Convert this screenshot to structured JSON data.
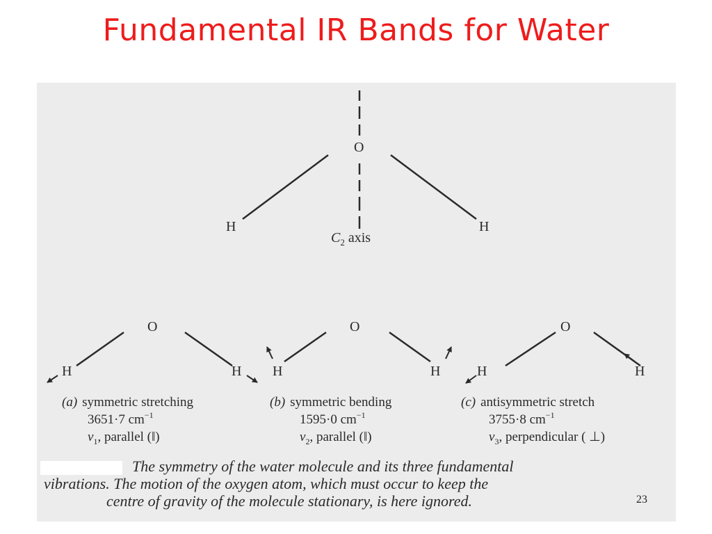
{
  "slide": {
    "title": "Fundamental IR Bands for Water",
    "page_number": "23"
  },
  "top_molecule": {
    "oxygen": "O",
    "hydrogen_left": "H",
    "hydrogen_right": "H",
    "axis_label": "axis",
    "axis_symbol": "C",
    "axis_subscript": "2"
  },
  "modes": [
    {
      "tag": "(a)",
      "name": "symmetric stretching",
      "frequency": "3651·7 cm",
      "unit_exp": "−1",
      "nu": "ν",
      "nu_sub": "1",
      "symmetry": ", parallel (‖)",
      "oxygen": "O",
      "hydrogen_left": "H",
      "hydrogen_right": "H"
    },
    {
      "tag": "(b)",
      "name": "symmetric bending",
      "frequency": "1595·0 cm",
      "unit_exp": "−1",
      "nu": "ν",
      "nu_sub": "2",
      "symmetry": ", parallel (‖)",
      "oxygen": "O",
      "hydrogen_left": "H",
      "hydrogen_right": "H"
    },
    {
      "tag": "(c)",
      "name": "antisymmetric stretch",
      "frequency": "3755·8 cm",
      "unit_exp": "−1",
      "nu": "ν",
      "nu_sub": "3",
      "symmetry": ", perpendicular ( ⊥)",
      "oxygen": "O",
      "hydrogen_left": "H",
      "hydrogen_right": "H"
    }
  ],
  "caption": {
    "line1": "The symmetry of the water molecule and its three fundamental",
    "line2": "vibrations.   The motion of the oxygen atom, which must occur to keep the",
    "line3": "centre of gravity of the molecule stationary, is here ignored."
  },
  "colors": {
    "title": "#ee1c1c",
    "scan_background": "#ececec",
    "ink": "#2a2a2a"
  }
}
